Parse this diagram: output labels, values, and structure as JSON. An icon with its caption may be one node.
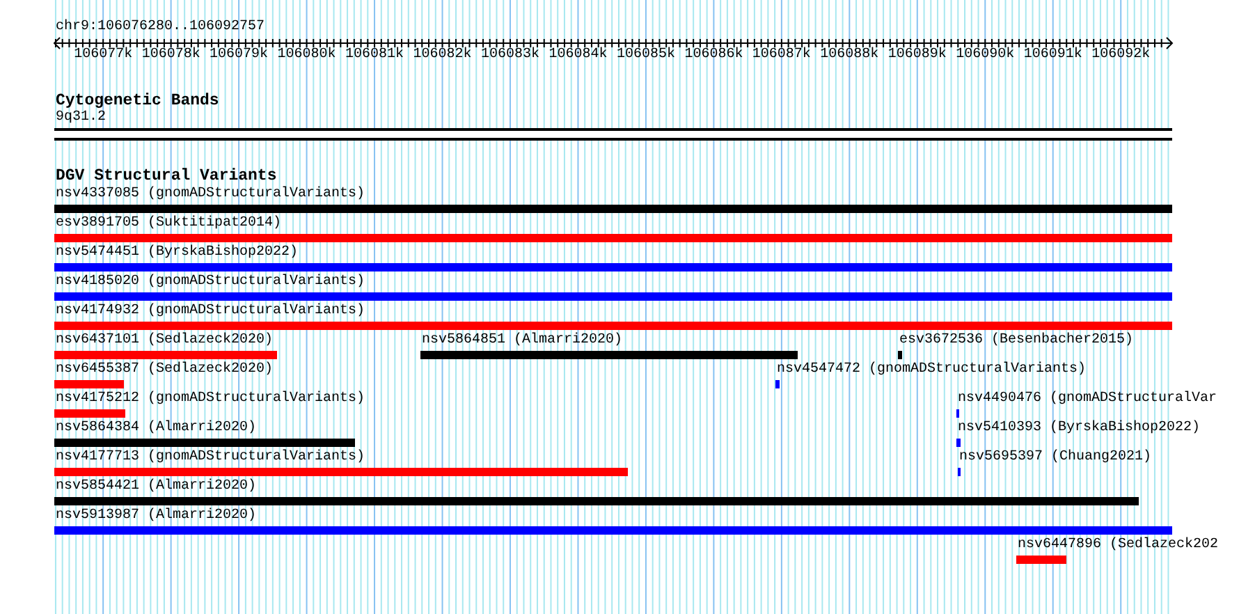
{
  "diagram": {
    "nodes": [
      {
        "text": [],
        "shape": "box",
        "beside": [
          "9q31.2"
        ]
      },
      {
        "text": [],
        "shape": "bar",
        "beside": [
          "nsv4337085 (gnomADStructuralVariants)"
        ]
      },
      {
        "text": [],
        "shape": "bar",
        "beside": [
          "esv3891705 (Suktitipat2014)"
        ]
      },
      {
        "text": [],
        "shape": "bar",
        "beside": [
          "nsv5474451 (ByrskaBishop2022)"
        ]
      },
      {
        "text": [],
        "shape": "bar",
        "beside": [
          "nsv4185020 (gnomADStructuralVariants)"
        ]
      },
      {
        "text": [],
        "shape": "bar",
        "beside": [
          "nsv4174932 (gnomADStructuralVariants)"
        ]
      },
      {
        "text": [],
        "shape": "bar",
        "beside": [
          "nsv6437101 (Sedlazeck2020)"
        ]
      },
      {
        "text": [],
        "shape": "bar",
        "beside": [
          "nsv5864851 (Almarri2020)"
        ]
      },
      {
        "text": [],
        "shape": "bar",
        "beside": [
          "esv3672536 (Besenbacher2015)"
        ]
      },
      {
        "text": [],
        "shape": "bar",
        "beside": [
          "nsv6455387 (Sedlazeck2020)"
        ]
      },
      {
        "text": [],
        "shape": "bar",
        "beside": [
          "nsv4547472 (gnomADStructuralVariants)"
        ]
      },
      {
        "text": [],
        "shape": "bar",
        "beside": [
          "nsv4175212 (gnomADStructuralVariants)"
        ]
      },
      {
        "text": [],
        "shape": "bar",
        "beside": [
          "nsv4490476 (gnomADStructuralVar"
        ]
      },
      {
        "text": [],
        "shape": "bar",
        "beside": [
          "nsv5864384 (Almarri2020)"
        ]
      },
      {
        "text": [],
        "shape": "bar",
        "beside": [
          "nsv5410393 (ByrskaBishop2022)"
        ]
      },
      {
        "text": [],
        "shape": "bar",
        "beside": [
          "nsv4177713 (gnomADStructuralVariants)"
        ]
      },
      {
        "text": [],
        "shape": "bar",
        "beside": [
          "nsv5695397 (Chuang2021)"
        ]
      },
      {
        "text": [],
        "shape": "bar",
        "beside": [
          "nsv5854421 (Almarri2020)"
        ]
      },
      {
        "text": [],
        "shape": "bar",
        "beside": [
          "nsv5913987 (Almarri2020)"
        ]
      },
      {
        "text": [],
        "shape": "bar",
        "beside": [
          "nsv6447896 (Sedlazeck202"
        ]
      }
    ],
    "labels": [
      "chr9:106076280..106092757",
      "106077k",
      "106078k",
      "106079k",
      "106080k",
      "106081k",
      "106082k",
      "106083k",
      "106084k",
      "106085k",
      "106086k",
      "106087k",
      "106088k",
      "106089k",
      "106090k",
      "106091k",
      "106092k",
      "Cytogenetic Bands",
      "DGV Structural Variants"
    ]
  }
}
